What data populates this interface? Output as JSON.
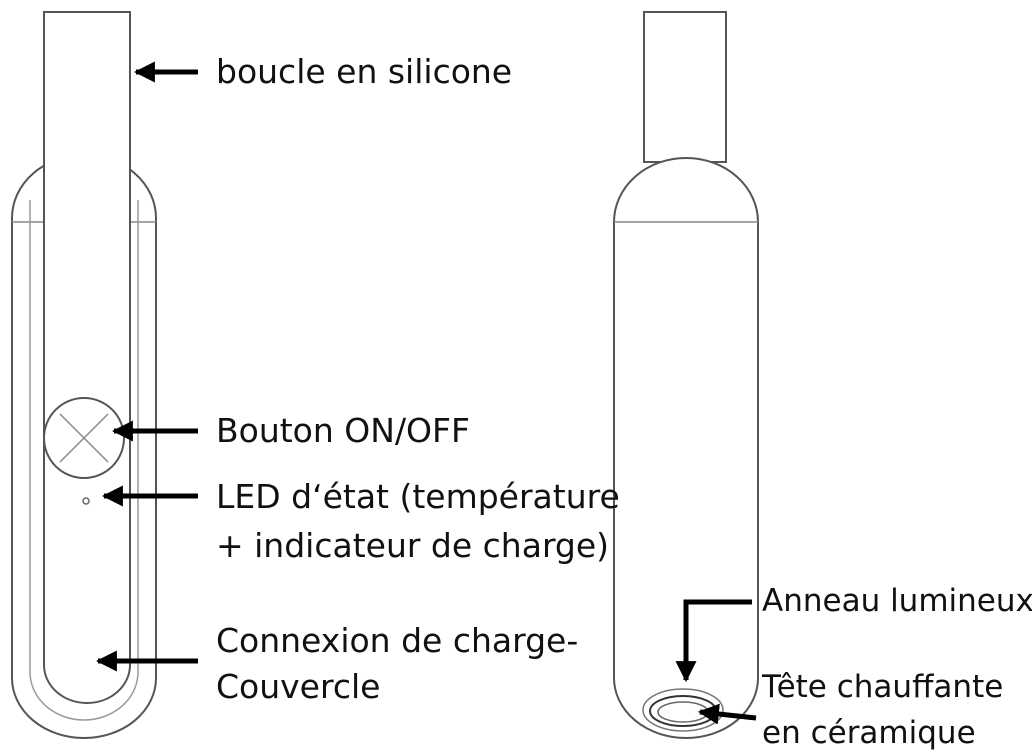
{
  "labels": {
    "silicone_loop": "boucle en silicone",
    "power_button": "Bouton ON/OFF",
    "status_led_line1": "LED d‘état (température",
    "status_led_line2": "+ indicateur de charge)",
    "charging_line1": "Connexion de charge-",
    "charging_line2": "Couvercle",
    "light_ring": "Anneau lumineux",
    "ceramic_head_line1": "Tête chauffante",
    "ceramic_head_line2": "en céramique"
  },
  "colors": {
    "outline": "#555555",
    "arrow": "#000000",
    "text": "#111111"
  }
}
